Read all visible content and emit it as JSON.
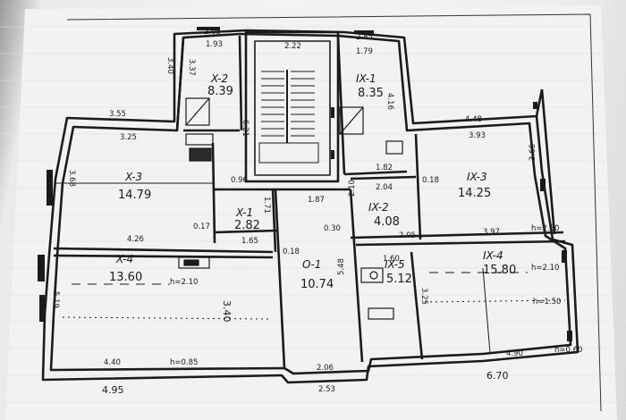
{
  "rooms": {
    "x2": {
      "id": "X-2",
      "area": "8.39"
    },
    "ix1": {
      "id": "IX-1",
      "area": "8.35"
    },
    "x3": {
      "id": "X-3",
      "area": "14.79"
    },
    "x1": {
      "id": "X-1",
      "area": "2.82"
    },
    "ix2": {
      "id": "IX-2",
      "area": "4.08"
    },
    "ix3": {
      "id": "IX-3",
      "area": "14.25"
    },
    "x4": {
      "id": "X-4",
      "area": "13.60"
    },
    "o1": {
      "id": "O-1",
      "area": "10.74"
    },
    "ix5": {
      "id": "IX-5",
      "area": "5.12"
    },
    "ix4": {
      "id": "IX-4",
      "area": "15.80"
    }
  },
  "dims": {
    "d205": "2.05",
    "d193": "1.93",
    "d222": "2.22",
    "d285": "2.85",
    "d179": "1.79",
    "d340": "3.40",
    "d337": "3.37",
    "d621": "6.21",
    "d416": "4.16",
    "d355": "3.55",
    "d325": "3.25",
    "d448": "4.48",
    "d393": "3.93",
    "d368": "3.68",
    "d366": "3.66",
    "d182": "1.82",
    "d096": "0.96",
    "d187": "1.87",
    "d204": "2.04",
    "d018a": "0.18",
    "d210": "2.10",
    "d171": "1.71",
    "d017": "0.17",
    "d426": "4.26",
    "d165": "1.65",
    "d030": "0.30",
    "d205b": "2.05",
    "d397": "3.97",
    "d018b": "0.18",
    "d548": "5.48",
    "d160": "1.60",
    "d325b": "3.25",
    "d519": "5.19",
    "d440": "4.40",
    "d206": "2.06",
    "d490": "4.90",
    "d495": "4.95",
    "d253": "2.53",
    "d670": "6.70",
    "d340b": "3.40"
  },
  "heights": {
    "h280": "h=2.80",
    "h210a": "h=2.10",
    "h210b": "h=2.10",
    "h150": "h=1.50",
    "h085": "h=0.85",
    "h060": "h=0.60"
  }
}
